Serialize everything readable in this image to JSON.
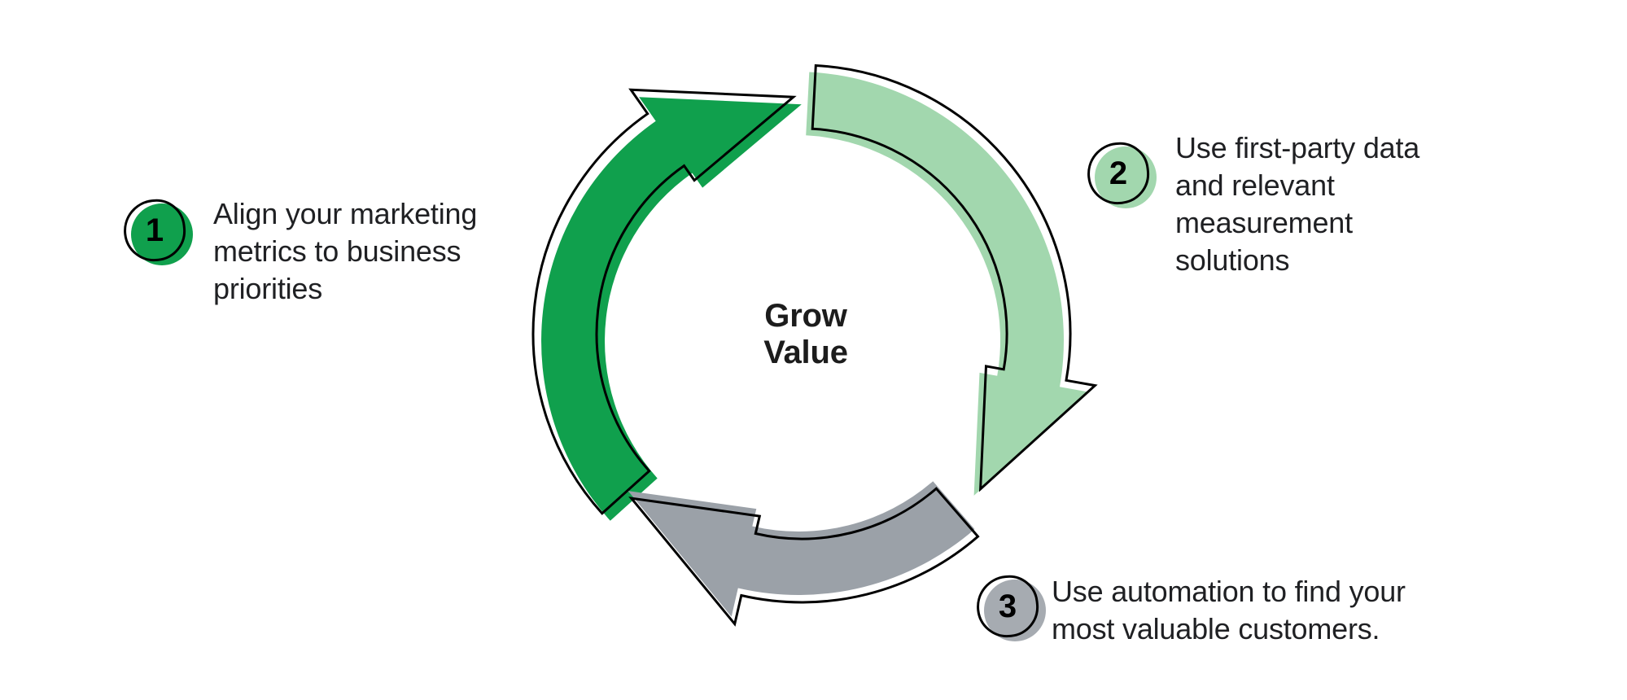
{
  "page": {
    "background": "#FFFFFF"
  },
  "diagram": {
    "center_label": "Grow\nValue",
    "arrows": [
      {
        "name": "step-1-arrow",
        "color": "#10A04D"
      },
      {
        "name": "step-2-arrow",
        "color": "#A2D7AE"
      },
      {
        "name": "step-3-arrow",
        "color": "#9BA1A8"
      }
    ]
  },
  "steps": [
    {
      "number": "1",
      "label": "Align your marketing\nmetrics to business\npriorities",
      "color": "#10A04D"
    },
    {
      "number": "2",
      "label": "Use first-party data\nand relevant\nmeasurement\nsolutions",
      "color": "#A2D7AE"
    },
    {
      "number": "3",
      "label": "Use automation to find your\nmost valuable customers.",
      "color": "#A6ABB1"
    }
  ],
  "colors": {
    "ink": "#000000",
    "text": "#202124",
    "background": "#FFFFFF"
  }
}
